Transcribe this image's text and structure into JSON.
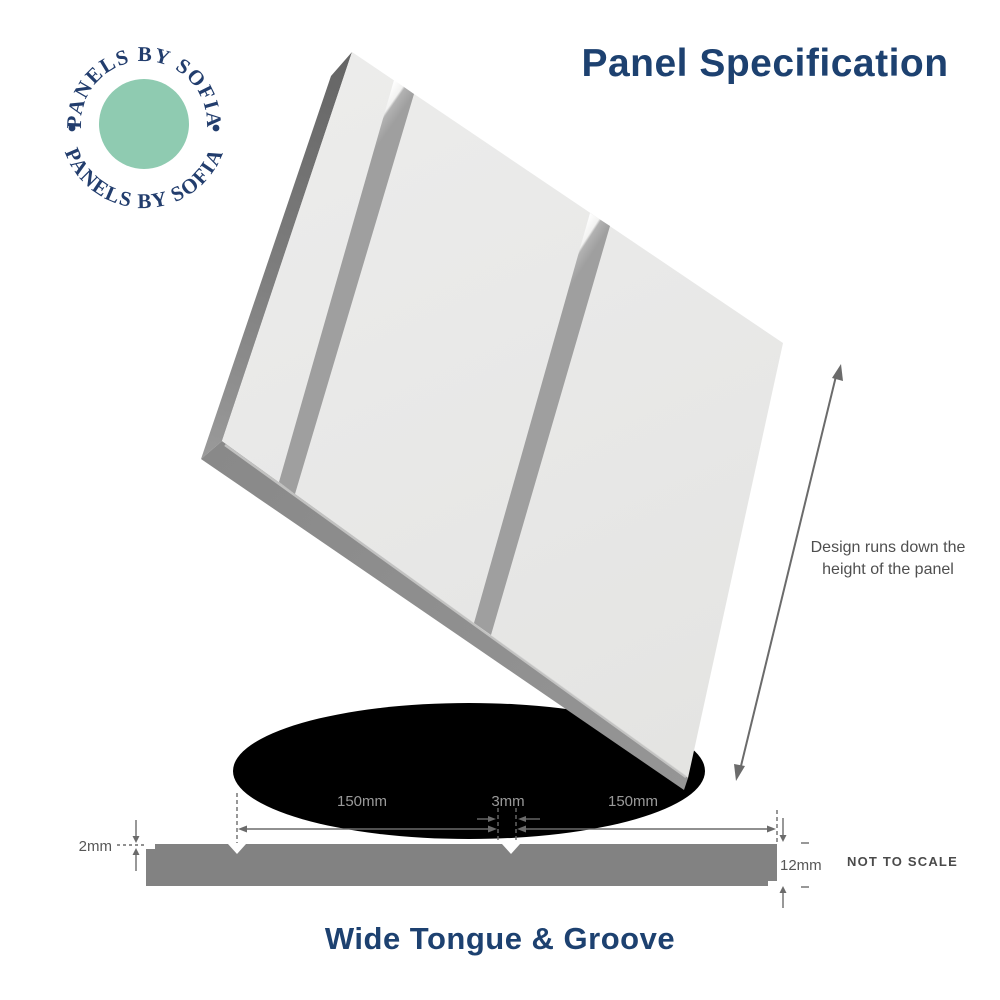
{
  "brand": {
    "arc_text_top": "PANELS BY SOFIA",
    "arc_text_bottom": "PANELS BY SOFIA",
    "colors": {
      "navy": "#223d6d",
      "mint": "#8fcbb1"
    }
  },
  "header": {
    "title": "Panel Specification",
    "title_color": "#1d4170"
  },
  "diagram": {
    "annotation_line1": "Design runs down the",
    "annotation_line2": "height of the panel"
  },
  "cross_section": {
    "dim_left_width": "150mm",
    "dim_groove_width": "3mm",
    "dim_right_width": "150mm",
    "dim_groove_depth": "2mm",
    "dim_thickness": "12mm",
    "scale_note": "NOT TO SCALE"
  },
  "footer": {
    "product_name": "Wide Tongue & Groove"
  },
  "palette": {
    "panel_face": "#e8e8e7",
    "panel_edge_dark": "#6a6a6a",
    "panel_edge_mid": "#8e8e8e",
    "shadow": "#000000",
    "section_bar": "#828282",
    "dim_line": "#6b6b6b",
    "label_light": "#9a9a9a",
    "label_dark": "#575757"
  }
}
